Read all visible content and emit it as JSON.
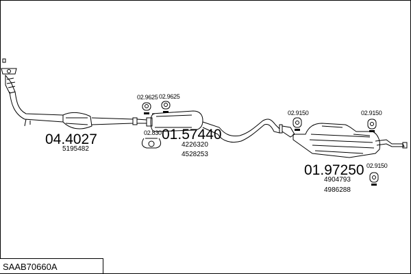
{
  "title": "SAAB70660A",
  "parts": {
    "front_pipe": {
      "part_no": "04.4027",
      "oem": [
        "5195482"
      ]
    },
    "middle_silencer": {
      "part_no": "01.57440",
      "oem": [
        "4226320",
        "4528253"
      ]
    },
    "rear_silencer": {
      "part_no": "01.97250",
      "oem": [
        "4904793",
        "4986288"
      ]
    }
  },
  "accessories": {
    "hanger_a": "02.9625",
    "hanger_b": "02.9625",
    "clamp": "02.830",
    "hanger_c": "02.9150",
    "hanger_d": "02.9150",
    "hanger_e": "02.9150"
  }
}
